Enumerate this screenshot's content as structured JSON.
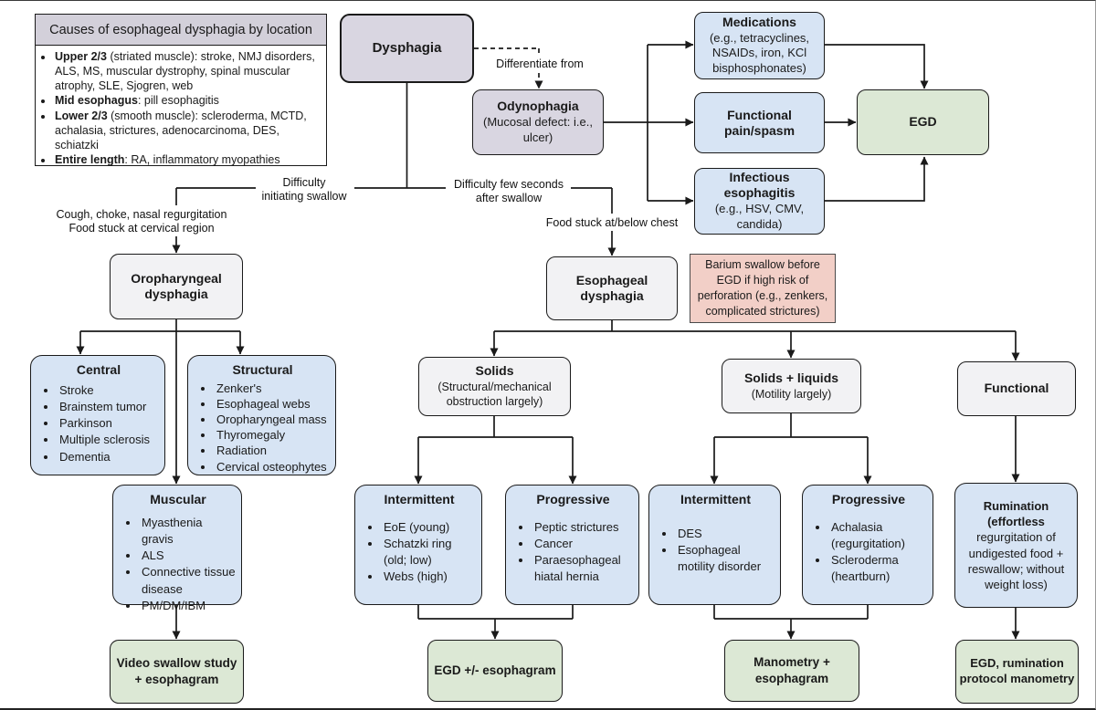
{
  "colors": {
    "box_blue": "#d7e4f4",
    "box_green": "#dce8d5",
    "box_lavender": "#d9d6e1",
    "box_gray": "#f2f2f4",
    "box_pink": "#f2cfc7",
    "legend_header": "#d3d0da",
    "line": "#1a1a1a"
  },
  "legend": {
    "title": "Causes of esophageal dysphagia by location",
    "items": [
      {
        "bold": "Upper 2/3",
        "rest": " (striated muscle): stroke, NMJ disorders, ALS, MS, muscular dystrophy, spinal muscular atrophy, SLE, Sjogren, web"
      },
      {
        "bold": "Mid esophagus",
        "rest": ": pill esophagitis"
      },
      {
        "bold": "Lower 2/3",
        "rest": " (smooth muscle): scleroderma, MCTD, achalasia, strictures, adenocarcinoma, DES, schiatzki"
      },
      {
        "bold": "Entire length",
        "rest": ": RA, inflammatory myopathies"
      }
    ]
  },
  "nodes": {
    "dysphagia": {
      "label": "Dysphagia"
    },
    "odynophagia": {
      "title": "Odynophagia",
      "subtitle": "(Mucosal defect: i.e., ulcer)"
    },
    "medications": {
      "title": "Medications",
      "subtitle": "(e.g., tetracyclines, NSAIDs, iron, KCl bisphosphonates)"
    },
    "functional_pain": {
      "title": "Functional pain/spasm"
    },
    "infectious": {
      "title": "Infectious esophagitis",
      "subtitle": "(e.g., HSV, CMV, candida)"
    },
    "egd": {
      "label": "EGD"
    },
    "oropharyngeal": {
      "label": "Oropharyngeal dysphagia"
    },
    "esophageal": {
      "label": "Esophageal dysphagia"
    },
    "barium_note": {
      "text": "Barium swallow before EGD if high risk of perforation (e.g., zenkers, complicated strictures)"
    },
    "central": {
      "title": "Central",
      "items": [
        "Stroke",
        "Brainstem tumor",
        "Parkinson",
        "Multiple sclerosis",
        "Dementia"
      ]
    },
    "structural": {
      "title": "Structural",
      "items": [
        "Zenker's",
        "Esophageal webs",
        "Oropharyngeal mass",
        "Thyromegaly",
        "Radiation",
        "Cervical osteophytes"
      ]
    },
    "muscular": {
      "title": "Muscular",
      "items": [
        "Myasthenia gravis",
        "ALS",
        "Connective tissue disease",
        "PM/DM/IBM"
      ]
    },
    "video_swallow": {
      "label": "Video swallow study + esophagram"
    },
    "solids": {
      "title": "Solids",
      "subtitle": "(Structural/mechanical obstruction largely)"
    },
    "solids_liquids": {
      "title": "Solids + liquids",
      "subtitle": "(Motility largely)"
    },
    "functional": {
      "label": "Functional"
    },
    "intermittent_solids": {
      "title": "Intermittent",
      "items": [
        "EoE (young)",
        "Schatzki ring (old; low)",
        "Webs (high)"
      ]
    },
    "progressive_solids": {
      "title": "Progressive",
      "items": [
        "Peptic strictures",
        "Cancer",
        "Paraesophageal hiatal hernia"
      ]
    },
    "intermittent_motility": {
      "title": "Intermittent",
      "items": [
        "DES",
        "Esophageal motility disorder"
      ]
    },
    "progressive_motility": {
      "title": "Progressive",
      "items": [
        "Achalasia (regurgitation)",
        "Scleroderma (heartburn)"
      ]
    },
    "rumination": {
      "bold": "Rumination (effortless",
      "rest": " regurgitation of undigested food + reswallow; without weight loss)"
    },
    "egd_esophagram": {
      "label": "EGD +/- esophagram"
    },
    "manometry": {
      "label": "Manometry + esophagram"
    },
    "egd_rumination": {
      "label": "EGD, rumination protocol manometry"
    }
  },
  "edge_labels": {
    "differentiate": "Differentiate from",
    "difficulty_initiating_1": "Difficulty",
    "difficulty_initiating_2": "initiating swallow",
    "difficulty_after_1": "Difficulty few seconds",
    "difficulty_after_2": "after swallow",
    "cough_1": "Cough, choke, nasal regurgitation",
    "cough_2": "Food stuck at cervical region",
    "food_stuck": "Food stuck at/below chest"
  }
}
